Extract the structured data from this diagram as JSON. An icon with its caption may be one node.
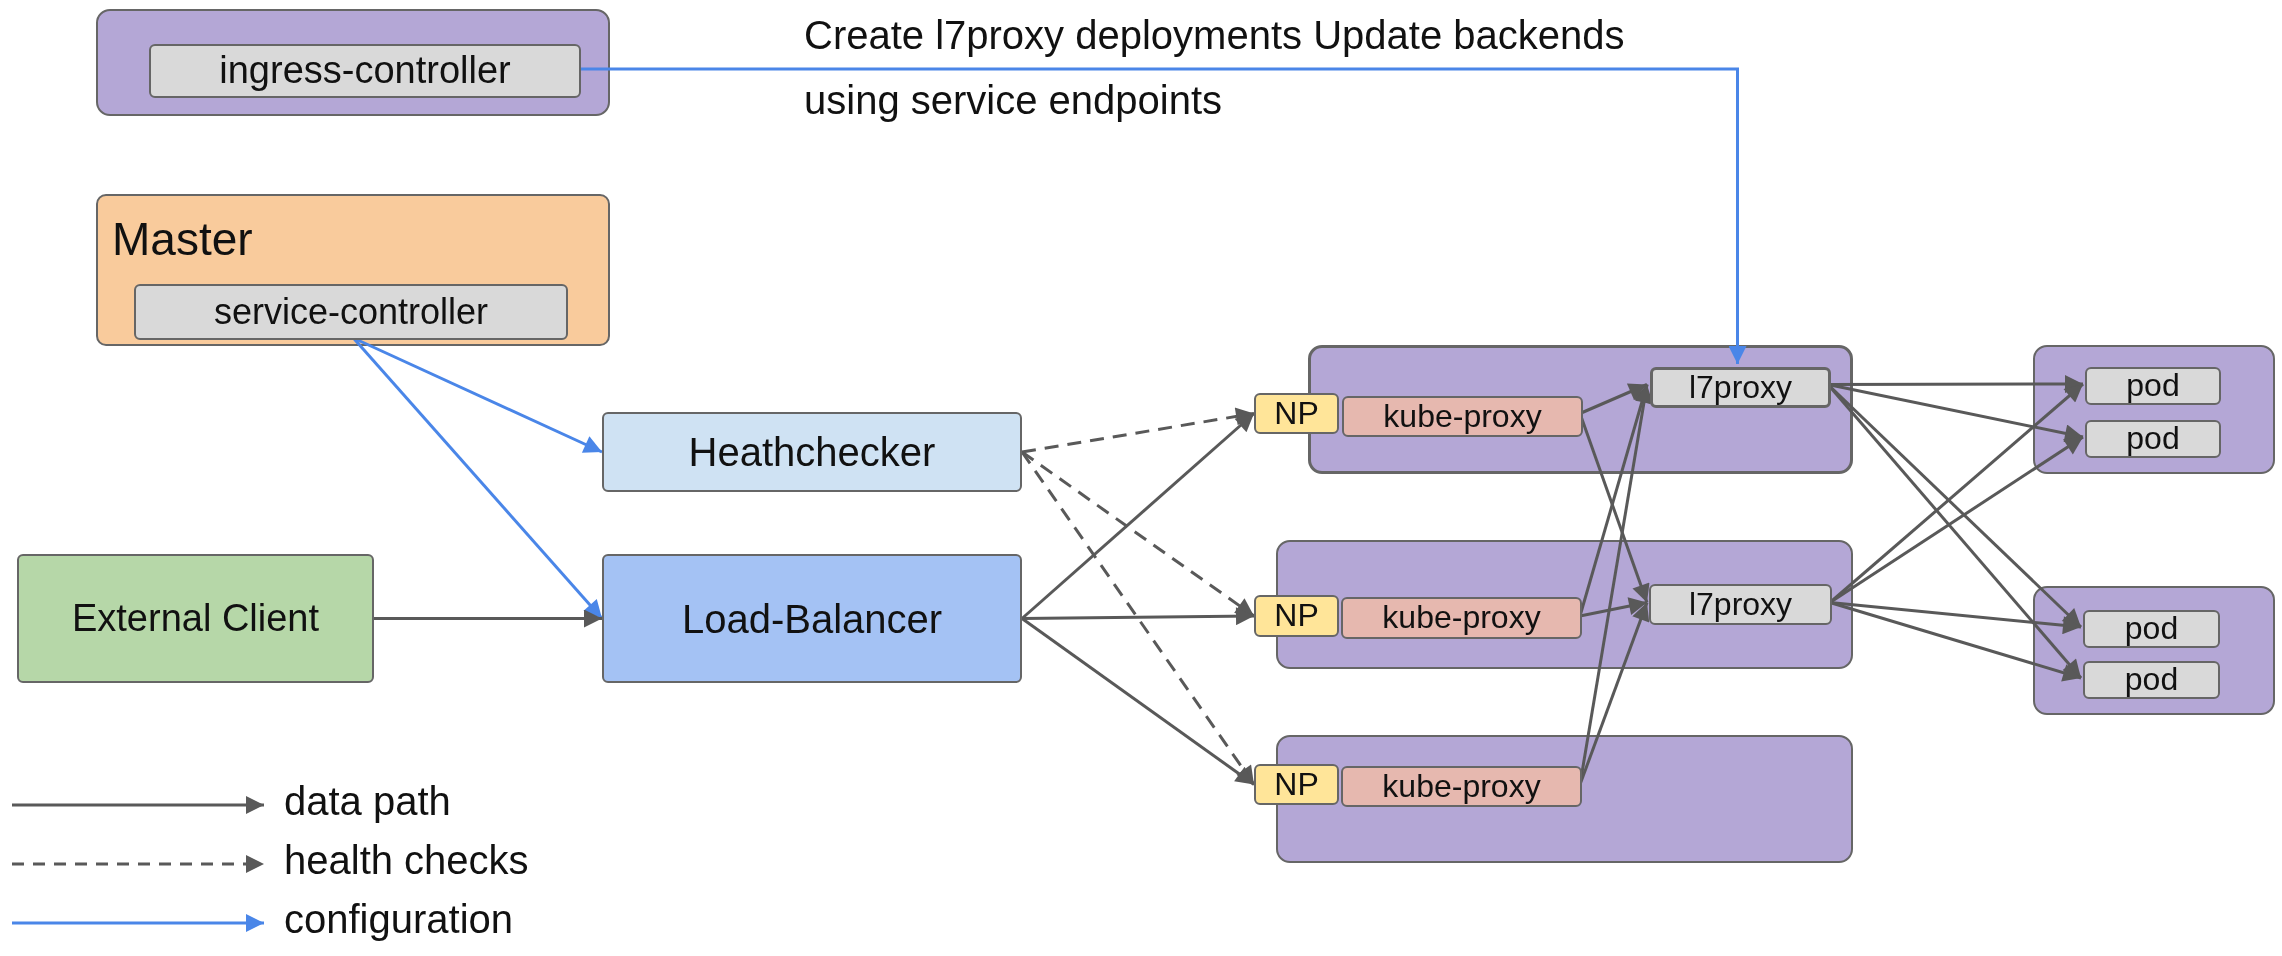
{
  "diagram": {
    "nodes": [
      {
        "text": [],
        "shape": "box"
      },
      {
        "text": [
          "ingress-controller"
        ],
        "in": 0
      },
      {
        "text": [
          "Master"
        ]
      },
      {
        "text": [
          "service-controller"
        ],
        "in": 2
      },
      {
        "text": [
          "Heathchecker"
        ]
      },
      {
        "text": [
          "External Client"
        ]
      },
      {
        "text": [
          "Load-Balancer"
        ]
      },
      {
        "text": [],
        "shape": "box"
      },
      {
        "text": [
          "NP"
        ]
      },
      {
        "text": [
          "kube-proxy"
        ],
        "in": 7
      },
      {
        "text": [
          "l7proxy"
        ],
        "in": 7
      },
      {
        "text": [],
        "shape": "box"
      },
      {
        "text": [
          "NP"
        ]
      },
      {
        "text": [
          "kube-proxy"
        ],
        "in": 11
      },
      {
        "text": [
          "l7proxy"
        ],
        "in": 11
      },
      {
        "text": [],
        "shape": "box"
      },
      {
        "text": [
          "NP"
        ]
      },
      {
        "text": [
          "kube-proxy"
        ],
        "in": 15
      },
      {
        "text": [],
        "shape": "box"
      },
      {
        "text": [
          "pod"
        ],
        "in": 18
      },
      {
        "text": [
          "pod"
        ],
        "in": 18
      },
      {
        "text": [],
        "shape": "box"
      },
      {
        "text": [
          "pod"
        ],
        "in": 21
      },
      {
        "text": [
          "pod"
        ],
        "in": 21
      }
    ],
    "edges": [
      {
        "from": 1,
        "to": 10,
        "arrow": "to",
        "label": "Create l7proxy deployments Update backends using service endpoints",
        "color": "#4a86e8"
      },
      {
        "from": 3,
        "to": 4,
        "arrow": "to",
        "color": "#4a86e8"
      },
      {
        "from": 3,
        "to": 6,
        "arrow": "to",
        "color": "#4a86e8"
      },
      {
        "from": 5,
        "to": 6,
        "arrow": "to"
      },
      {
        "from": 4,
        "to": 8,
        "arrow": "to",
        "style": "dashed"
      },
      {
        "from": 4,
        "to": 12,
        "arrow": "to",
        "style": "dashed"
      },
      {
        "from": 4,
        "to": 16,
        "arrow": "to",
        "style": "dashed"
      },
      {
        "from": 6,
        "to": 8,
        "arrow": "to"
      },
      {
        "from": 6,
        "to": 12,
        "arrow": "to"
      },
      {
        "from": 6,
        "to": 16,
        "arrow": "to"
      },
      {
        "from": 9,
        "to": 10,
        "arrow": "to"
      },
      {
        "from": 9,
        "to": 14,
        "arrow": "to"
      },
      {
        "from": 13,
        "to": 10,
        "arrow": "to"
      },
      {
        "from": 13,
        "to": 14,
        "arrow": "to"
      },
      {
        "from": 17,
        "to": 10,
        "arrow": "to"
      },
      {
        "from": 17,
        "to": 14,
        "arrow": "to"
      },
      {
        "from": 10,
        "to": 19,
        "arrow": "to"
      },
      {
        "from": 10,
        "to": 20,
        "arrow": "to"
      },
      {
        "from": 10,
        "to": 22,
        "arrow": "to"
      },
      {
        "from": 10,
        "to": 23,
        "arrow": "to"
      },
      {
        "from": 14,
        "to": 19,
        "arrow": "to"
      },
      {
        "from": 14,
        "to": 20,
        "arrow": "to"
      },
      {
        "from": 14,
        "to": 22,
        "arrow": "to"
      },
      {
        "from": 14,
        "to": 23,
        "arrow": "to"
      }
    ],
    "legend": [
      {
        "text": "data path"
      },
      {
        "text": "health checks"
      },
      {
        "text": "configuration"
      }
    ]
  }
}
